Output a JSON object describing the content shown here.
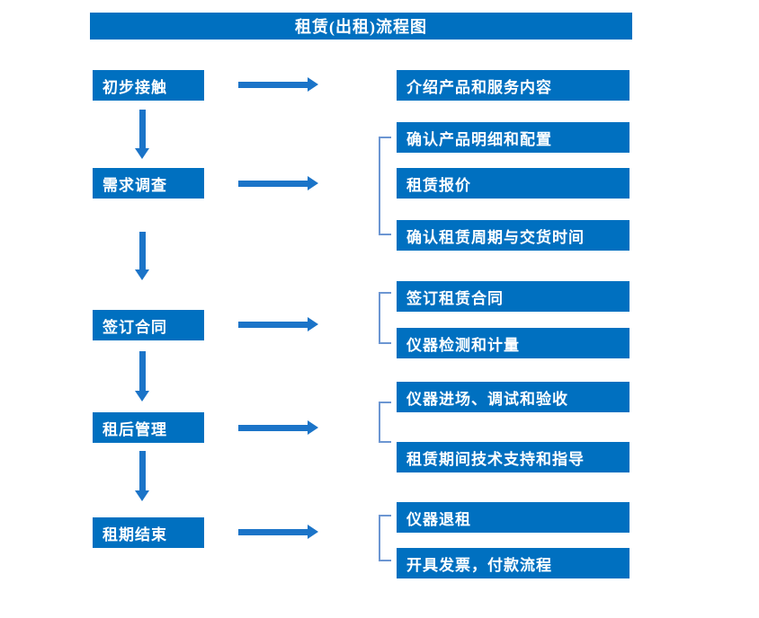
{
  "title": "租赁(出租)流程图",
  "colors": {
    "box": "#0070C0",
    "arrow": "#1B74C8",
    "bracket": "#6C96D2",
    "text": "#FFFFFF"
  },
  "stages": [
    {
      "label": "初步接触",
      "outputs": [
        "介绍产品和服务内容"
      ]
    },
    {
      "label": "需求调查",
      "outputs": [
        "确认产品明细和配置",
        "租赁报价",
        "确认租赁周期与交货时间"
      ]
    },
    {
      "label": "签订合同",
      "outputs": [
        "签订租赁合同",
        "仪器检测和计量"
      ]
    },
    {
      "label": "租后管理",
      "outputs": [
        "仪器进场、调试和验收",
        "租赁期间技术支持和指导"
      ]
    },
    {
      "label": "租期结束",
      "outputs": [
        "仪器退租",
        "开具发票，付款流程"
      ]
    }
  ]
}
